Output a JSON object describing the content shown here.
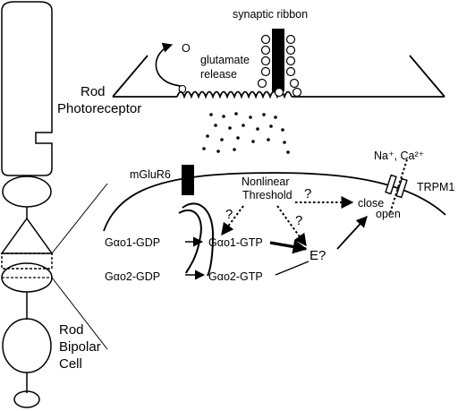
{
  "labels": {
    "synaptic_ribbon": "synaptic ribbon",
    "glutamate_line1": "glutamate",
    "glutamate_line2": "release",
    "rod_photoreceptor_line1": "Rod",
    "rod_photoreceptor_line2": "Photoreceptor",
    "mglur6": "mGluR6",
    "nonlinear_line1": "Nonlinear",
    "nonlinear_line2": "Threshold",
    "na_ca": "Na⁺, Ca²⁺",
    "trpm1": "TRPM1",
    "close": "close",
    "open": "open",
    "q1": "?",
    "q2": "?",
    "q3": "?",
    "effector": "E?",
    "go1_gdp": "Gαo1-GDP",
    "go2_gdp": "Gαo2-GDP",
    "go1_gtp": "Gαo1-GTP",
    "go2_gtp": "Gαo2-GTP",
    "rod_bipolar_line1": "Rod",
    "rod_bipolar_line2": "Bipolar",
    "rod_bipolar_line3": "Cell",
    "o_top": "O",
    "o_bottom": "O"
  },
  "colors": {
    "line": "#000000",
    "background": "#ffffff"
  }
}
